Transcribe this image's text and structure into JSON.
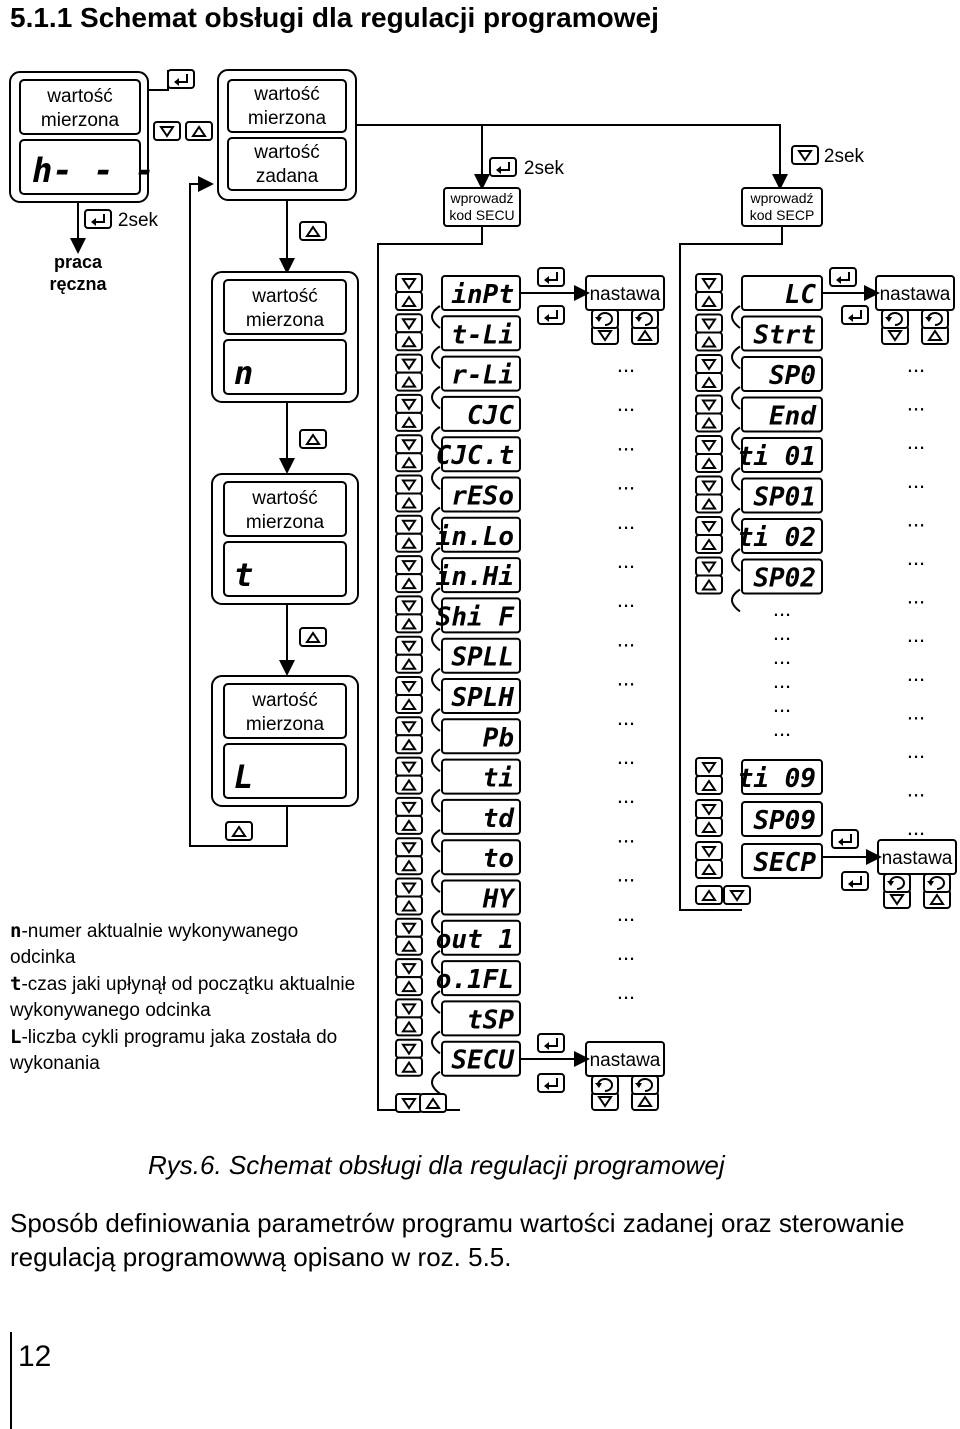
{
  "heading": "5.1.1 Schemat obsługi dla regulacji programowej",
  "labels": {
    "measured": [
      "wartość",
      "mierzona"
    ],
    "setpoint": [
      "wartość",
      "zadana"
    ],
    "manual": [
      "praca",
      "ręczna"
    ],
    "enter_secu": [
      "wprowadź",
      "kod SECU"
    ],
    "enter_secp": [
      "wprowadź",
      "kod SECP"
    ],
    "two_sec": "2sek",
    "nastawa": "nastawa",
    "ellipsis": "..."
  },
  "displays": {
    "manual_mode": "h- - -",
    "segment": "n",
    "time": "t",
    "cycles": "L"
  },
  "secu_params": [
    "inPt",
    "t-Li",
    "r-Li",
    "CJC",
    "CJC.t",
    "rESo",
    "in.Lo",
    "in.Hi",
    "Shi F",
    "SPLL",
    "SPLH",
    "Pb",
    "ti",
    "td",
    "to",
    "HY",
    "out 1",
    "o.1FL",
    "tSP",
    "SECU"
  ],
  "secp_params_top": [
    "LC",
    "Strt",
    "SP0",
    "End",
    "ti 01",
    "SP01",
    "ti 02",
    "SP02"
  ],
  "secp_params_bottom": [
    "ti 09",
    "SP09",
    "SECP"
  ],
  "legend": [
    {
      "glyph": "n",
      "text": "-numer aktualnie wykonywanego odcinka"
    },
    {
      "glyph": "t",
      "text": "-czas jaki upłynął od początku aktualnie wykonywanego odcinka"
    },
    {
      "glyph": "L",
      "text": "-liczba cykli programu jaka została do wykonania"
    }
  ],
  "caption": "Rys.6. Schemat obsługi dla regulacji programowej",
  "body_text": "Sposób definiowania  parametrów programu wartości zadanej oraz sterowanie regulacją programowwą opisano w roz. 5.5.",
  "page_number": "12"
}
